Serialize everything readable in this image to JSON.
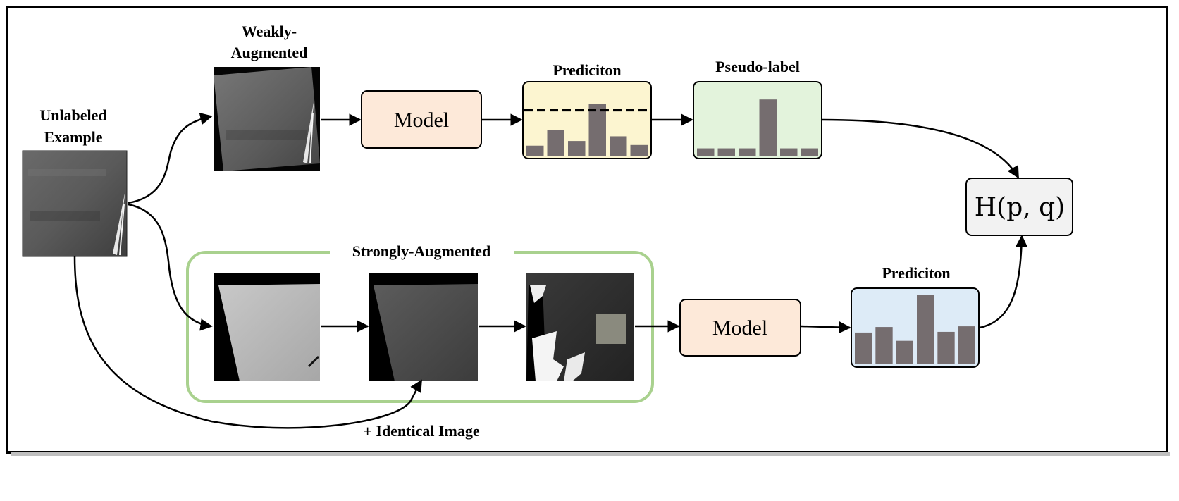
{
  "labels": {
    "unlabeled_line1": "Unlabeled",
    "unlabeled_line2": "Example",
    "weak_line1": "Weakly-",
    "weak_line2": "Augmented",
    "prediction_top": "Prediciton",
    "pseudo_label": "Pseudo-label",
    "strong_group": "Strongly-Augmented",
    "prediction_bottom": "Prediciton",
    "identical_image": "+  Identical Image"
  },
  "model_top": "Model",
  "model_bottom": "Model",
  "loss": "H(p, q)",
  "histograms": {
    "prediction_top": [
      0.15,
      0.38,
      0.22,
      0.77,
      0.29,
      0.16
    ],
    "prediction_top_threshold": 0.68,
    "pseudo_label": [
      0.11,
      0.11,
      0.11,
      0.84,
      0.11,
      0.11
    ],
    "prediction_bottom": [
      0.46,
      0.54,
      0.34,
      1.0,
      0.47,
      0.55
    ]
  },
  "colors": {
    "model_fill": "#fde9d9",
    "prediction_top_fill": "#fcf5d0",
    "pseudo_label_fill": "#e3f3dc",
    "prediction_bottom_fill": "#ddebf7",
    "loss_fill": "#f2f2f2",
    "strong_group_border": "#a9d18e",
    "bar": "#756d6f"
  }
}
